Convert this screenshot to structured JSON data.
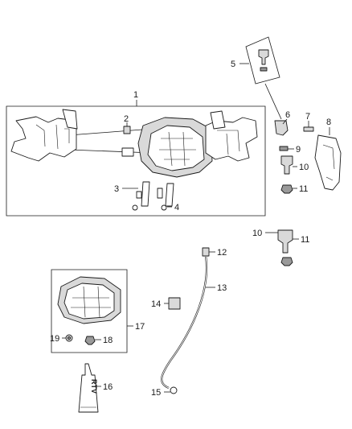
{
  "diagram": {
    "callouts": [
      {
        "id": "c1",
        "text": "1"
      },
      {
        "id": "c2",
        "text": "2"
      },
      {
        "id": "c3",
        "text": "3"
      },
      {
        "id": "c4",
        "text": "4"
      },
      {
        "id": "c5",
        "text": "5"
      },
      {
        "id": "c6",
        "text": "6"
      },
      {
        "id": "c7",
        "text": "7"
      },
      {
        "id": "c8",
        "text": "8"
      },
      {
        "id": "c9",
        "text": "9"
      },
      {
        "id": "c10a",
        "text": "10"
      },
      {
        "id": "c11a",
        "text": "11"
      },
      {
        "id": "c10b",
        "text": "10"
      },
      {
        "id": "c11b",
        "text": "11"
      },
      {
        "id": "c12",
        "text": "12"
      },
      {
        "id": "c13",
        "text": "13"
      },
      {
        "id": "c14",
        "text": "14"
      },
      {
        "id": "c15",
        "text": "15"
      },
      {
        "id": "c16",
        "text": "16"
      },
      {
        "id": "c17",
        "text": "17"
      },
      {
        "id": "c18",
        "text": "18"
      },
      {
        "id": "c19",
        "text": "19"
      }
    ],
    "sealant_tube_label": "RTV"
  }
}
